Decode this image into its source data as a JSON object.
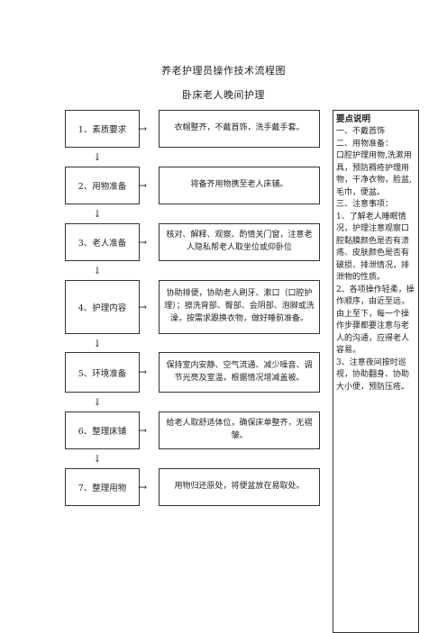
{
  "title": "养老护理员操作技术流程图",
  "subtitle": "卧床老人晚间护理",
  "arrow_right": "→",
  "arrow_down": "↓",
  "steps": [
    {
      "label": "1、素质要求",
      "desc": "衣帽整齐，不戴首饰，洗手戴手套。"
    },
    {
      "label": "2、用物准备",
      "desc": "将备齐用物携至老人床铺。"
    },
    {
      "label": "3、老人准备",
      "desc": "核对、解释、观察、酌情关门窗，注意老人隐私帮老人取坐位或仰卧位"
    },
    {
      "label": "4、护理内容",
      "desc": "协助排便，协助老人刷牙、漱口（口腔护理）；擦洗背部、臀部、会阴部、泡脚或洗澡，按需求跟换衣物，做好睡前准备。"
    },
    {
      "label": "5、环境准备",
      "desc": "保持室内安静、空气流通、减少噪音、调节光亮及室温，根据情况增减盖被。"
    },
    {
      "label": "6、整理床铺",
      "desc": "给老人取舒适体位，确保床单整齐，无褶皱。"
    },
    {
      "label": "7、整理用物",
      "desc": "用物归还原处，将便盆放在易取处。"
    }
  ],
  "notes": {
    "heading": "要点说明",
    "lines": [
      "一、不戴首饰",
      "二、用物准备：",
      "口腔护理用物,洗漱用具，预防褥疮护理用物，干净衣物，脸盆,毛巾，便盆。",
      "三、注意事项：",
      "1、了解老人睡眠情况，护理注意观察口腔黏膜颜色是否有溃疡、皮肤颜色是否有破损、排泄情况，排泄物的性质。",
      "2、各项操作轻柔，操作顺序，由近至远，由上至下，每一个操作步骤都要注意与老人的沟通，应得老人容易。",
      "3、注意夜间按时巡视，协助翻身、协助大小便，预防压疮。"
    ]
  }
}
